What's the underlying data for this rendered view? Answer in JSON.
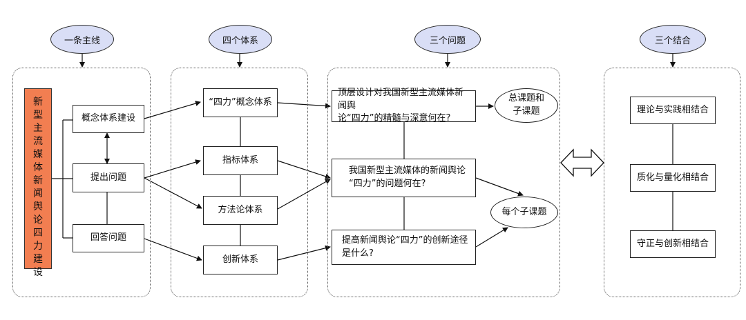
{
  "headers": [
    "一条主线",
    "四个体系",
    "三个问题",
    "三个结合"
  ],
  "main_line": "新型主流媒体新闻舆论四力建设",
  "col1": [
    "概念体系建设",
    "提出问题",
    "回答问题"
  ],
  "col2": [
    "“四力”概念体系",
    "指标体系",
    "方法论体系",
    "创新体系"
  ],
  "col3": [
    "顶层设计对我国新型主流媒体新闻舆\n论“四力”的精髓与深意何在?",
    "我国新型主流媒体的新闻舆论\n“四力”的问题何在?",
    "提高新闻舆论“四力”的创新途径\n是什么?"
  ],
  "col3_ellipses": [
    "总课题和\n子课题",
    "每个子课题"
  ],
  "col4": [
    "理论与实践相结合",
    "质化与量化相结合",
    "守正与创新相结合"
  ]
}
